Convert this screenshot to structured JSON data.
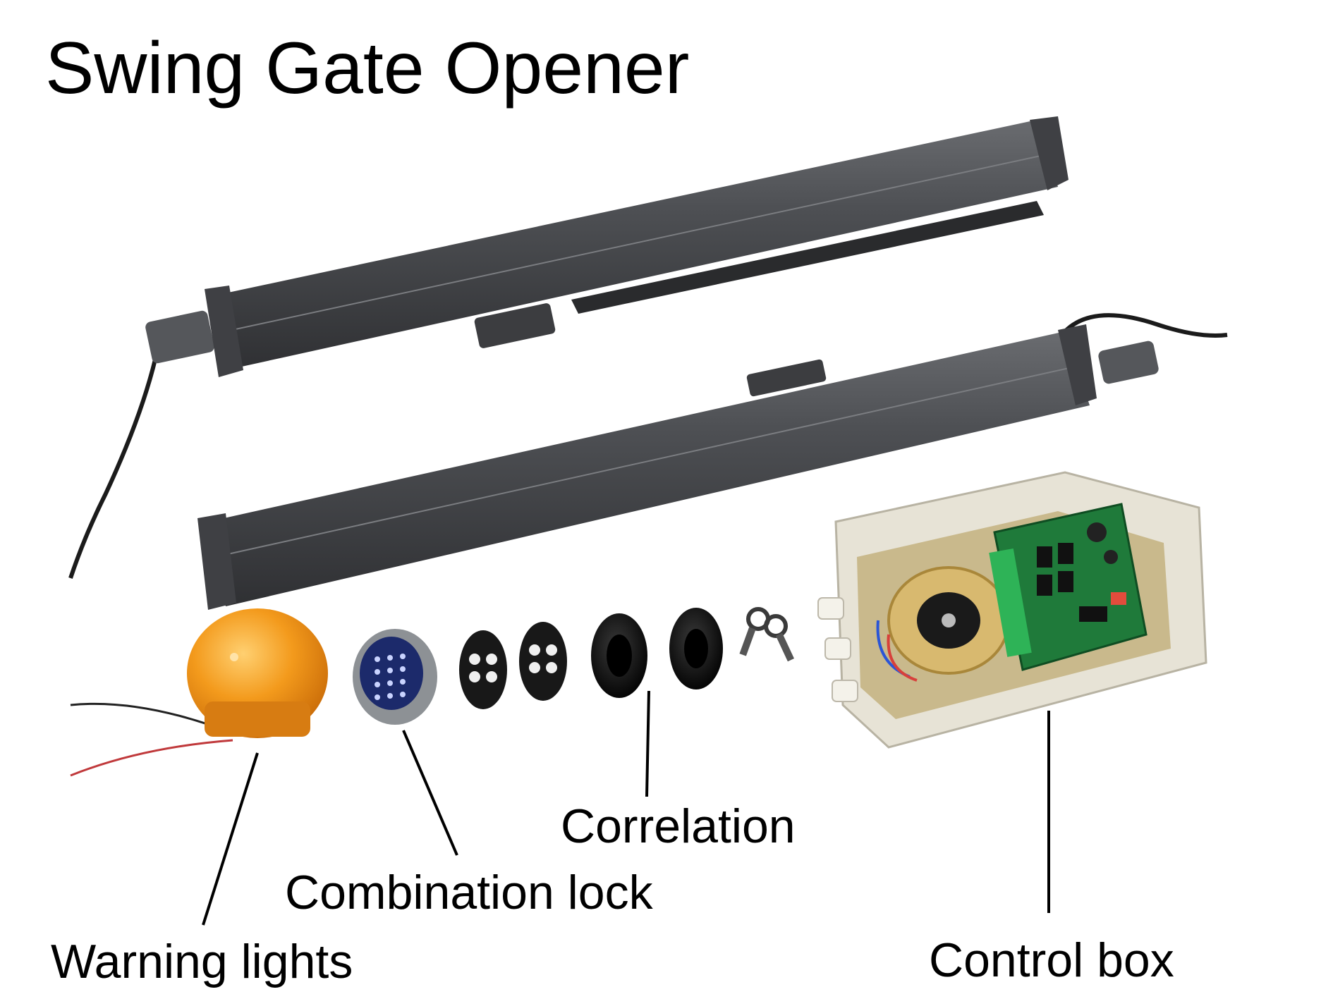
{
  "title": "Swing Gate Opener",
  "labels": {
    "warning_lights": "Warning lights",
    "combination_lock": "Combination lock",
    "correlation": "Correlation",
    "control_box": "Control box"
  },
  "colors": {
    "actuator_body": "#4a4c4f",
    "warning_light": "#f2a51f",
    "keypad": "#1c2a6b",
    "pcb": "#1f7a3a",
    "enclosure": "#e7e3d6"
  }
}
